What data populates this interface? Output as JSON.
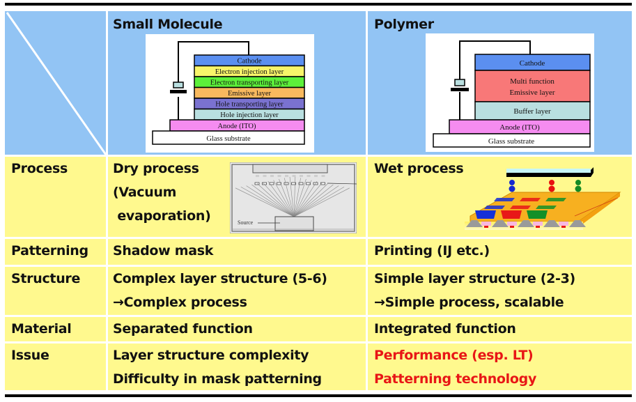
{
  "table": {
    "columns": [
      "",
      "Small Molecule",
      "Polymer"
    ],
    "rows": [
      {
        "label": "Process",
        "small_molecule": [
          "Dry process",
          "(Vacuum",
          " evaporation)"
        ],
        "polymer": [
          "Wet process"
        ]
      },
      {
        "label": "Patterning",
        "small_molecule": [
          "Shadow mask"
        ],
        "polymer": [
          "Printing (IJ etc.)"
        ]
      },
      {
        "label": "Structure",
        "small_molecule": [
          "Complex layer structure (5-6)",
          "→Complex process"
        ],
        "polymer": [
          "Simple layer structure (2-3)",
          "→Simple process, scalable"
        ]
      },
      {
        "label": "Material",
        "small_molecule": [
          "Separated function"
        ],
        "polymer": [
          "Integrated function"
        ]
      },
      {
        "label": "Issue",
        "small_molecule": [
          "Layer structure complexity",
          "Difficulty in mask patterning"
        ],
        "polymer": [
          "Performance (esp. LT)",
          "Patterning technology"
        ]
      }
    ]
  },
  "diagrams": {
    "small_molecule_stack": {
      "layers": [
        {
          "label": "Cathode",
          "color": "#5b8ff0"
        },
        {
          "label": "Electron injection layer",
          "color": "#f8f56a"
        },
        {
          "label": "Electron transporting layer",
          "color": "#5cf03a"
        },
        {
          "label": "Emissive layer",
          "color": "#f9b95e"
        },
        {
          "label": "Hole transporting layer",
          "color": "#7a72d0"
        },
        {
          "label": "Hole injection layer",
          "color": "#b9dfe0"
        },
        {
          "label": "Anode (ITO)",
          "color": "#f58cf0"
        },
        {
          "label": "Glass substrate",
          "color": "#ffffff"
        }
      ]
    },
    "polymer_stack": {
      "layers": [
        {
          "label": "Cathode",
          "color": "#5b8ff0"
        },
        {
          "label": "Multi function",
          "label2": "Emissive layer",
          "color": "#f87878"
        },
        {
          "label": "Buffer layer",
          "color": "#b9dfe0"
        },
        {
          "label": "Anode (ITO)",
          "color": "#f58cf0"
        },
        {
          "label": "Glass substrate",
          "color": "#ffffff"
        }
      ]
    },
    "vacuum_chamber": {
      "source_label": "Source"
    }
  },
  "colors": {
    "header_bg": "#92c4f4",
    "body_bg": "#fff98e",
    "issue_red": "#e81616"
  }
}
